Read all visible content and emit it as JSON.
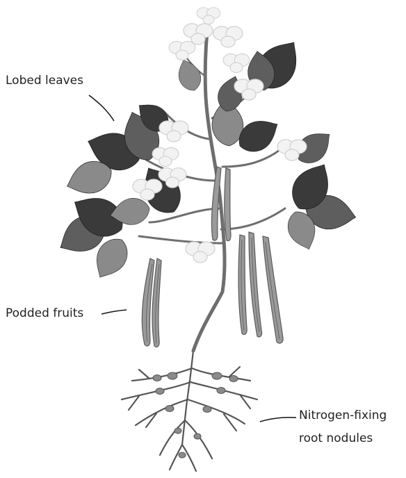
{
  "labels": {
    "lobed_leaves": "Lobed leaves",
    "podded_fruits": "Podded fruits",
    "nodules_line1": "Nitrogen-fixing",
    "nodules_line2": "root nodules"
  },
  "colors": {
    "leaf_dark": "#3a3a3a",
    "leaf_mid": "#5e5e5e",
    "leaf_light": "#8a8a8a",
    "vein": "#1c1c1c",
    "flower": "#f2f2f2",
    "flower_shade": "#cfcfcf",
    "pod": "#9a9a9a",
    "pod_edge": "#5a5a5a",
    "stem": "#6e6e6e",
    "root": "#555555",
    "nodule": "#8a8a8a",
    "label_text": "#222222",
    "leader_line": "#111111"
  }
}
